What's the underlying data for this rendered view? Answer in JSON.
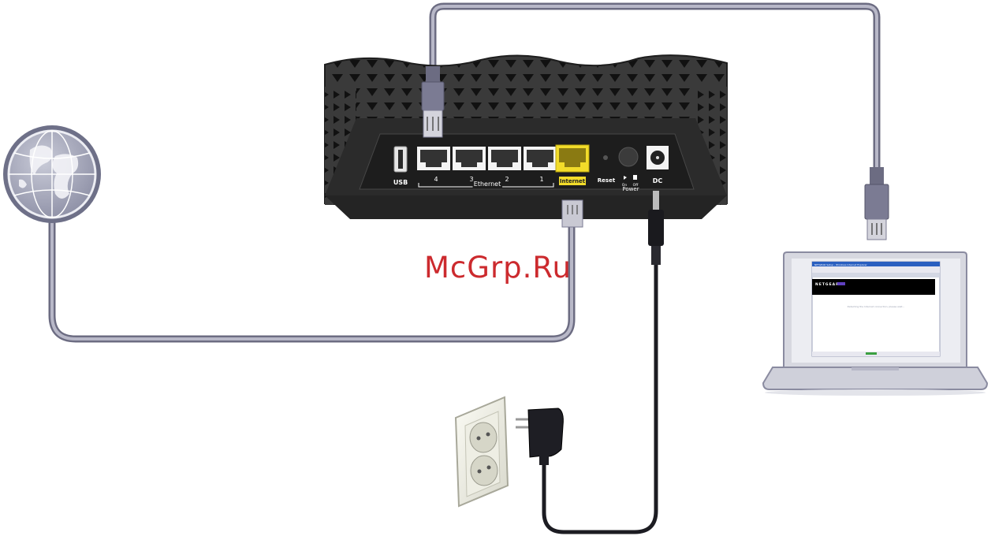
{
  "router": {
    "usb_label": "USB",
    "ethernet_label": "Ethernet",
    "port_numbers": [
      "4",
      "3",
      "2",
      "1"
    ],
    "internet_label": "Internet",
    "reset_label": "Reset",
    "power_label": "Power",
    "power_on": "On",
    "power_off": "Off",
    "dc_label": "DC"
  },
  "laptop_screen": {
    "window_title": "NETGEAR Setup - Windows Internet Explorer",
    "brand": "NETGEAR",
    "status_text": "Detecting the Internet connection, please wait..."
  },
  "watermark": "McGrp.Ru",
  "colors": {
    "cable": "#7b7b93",
    "router_body": "#2a2a2a",
    "internet_port": "#f2dc2a",
    "watermark": "#cc2a2e"
  }
}
